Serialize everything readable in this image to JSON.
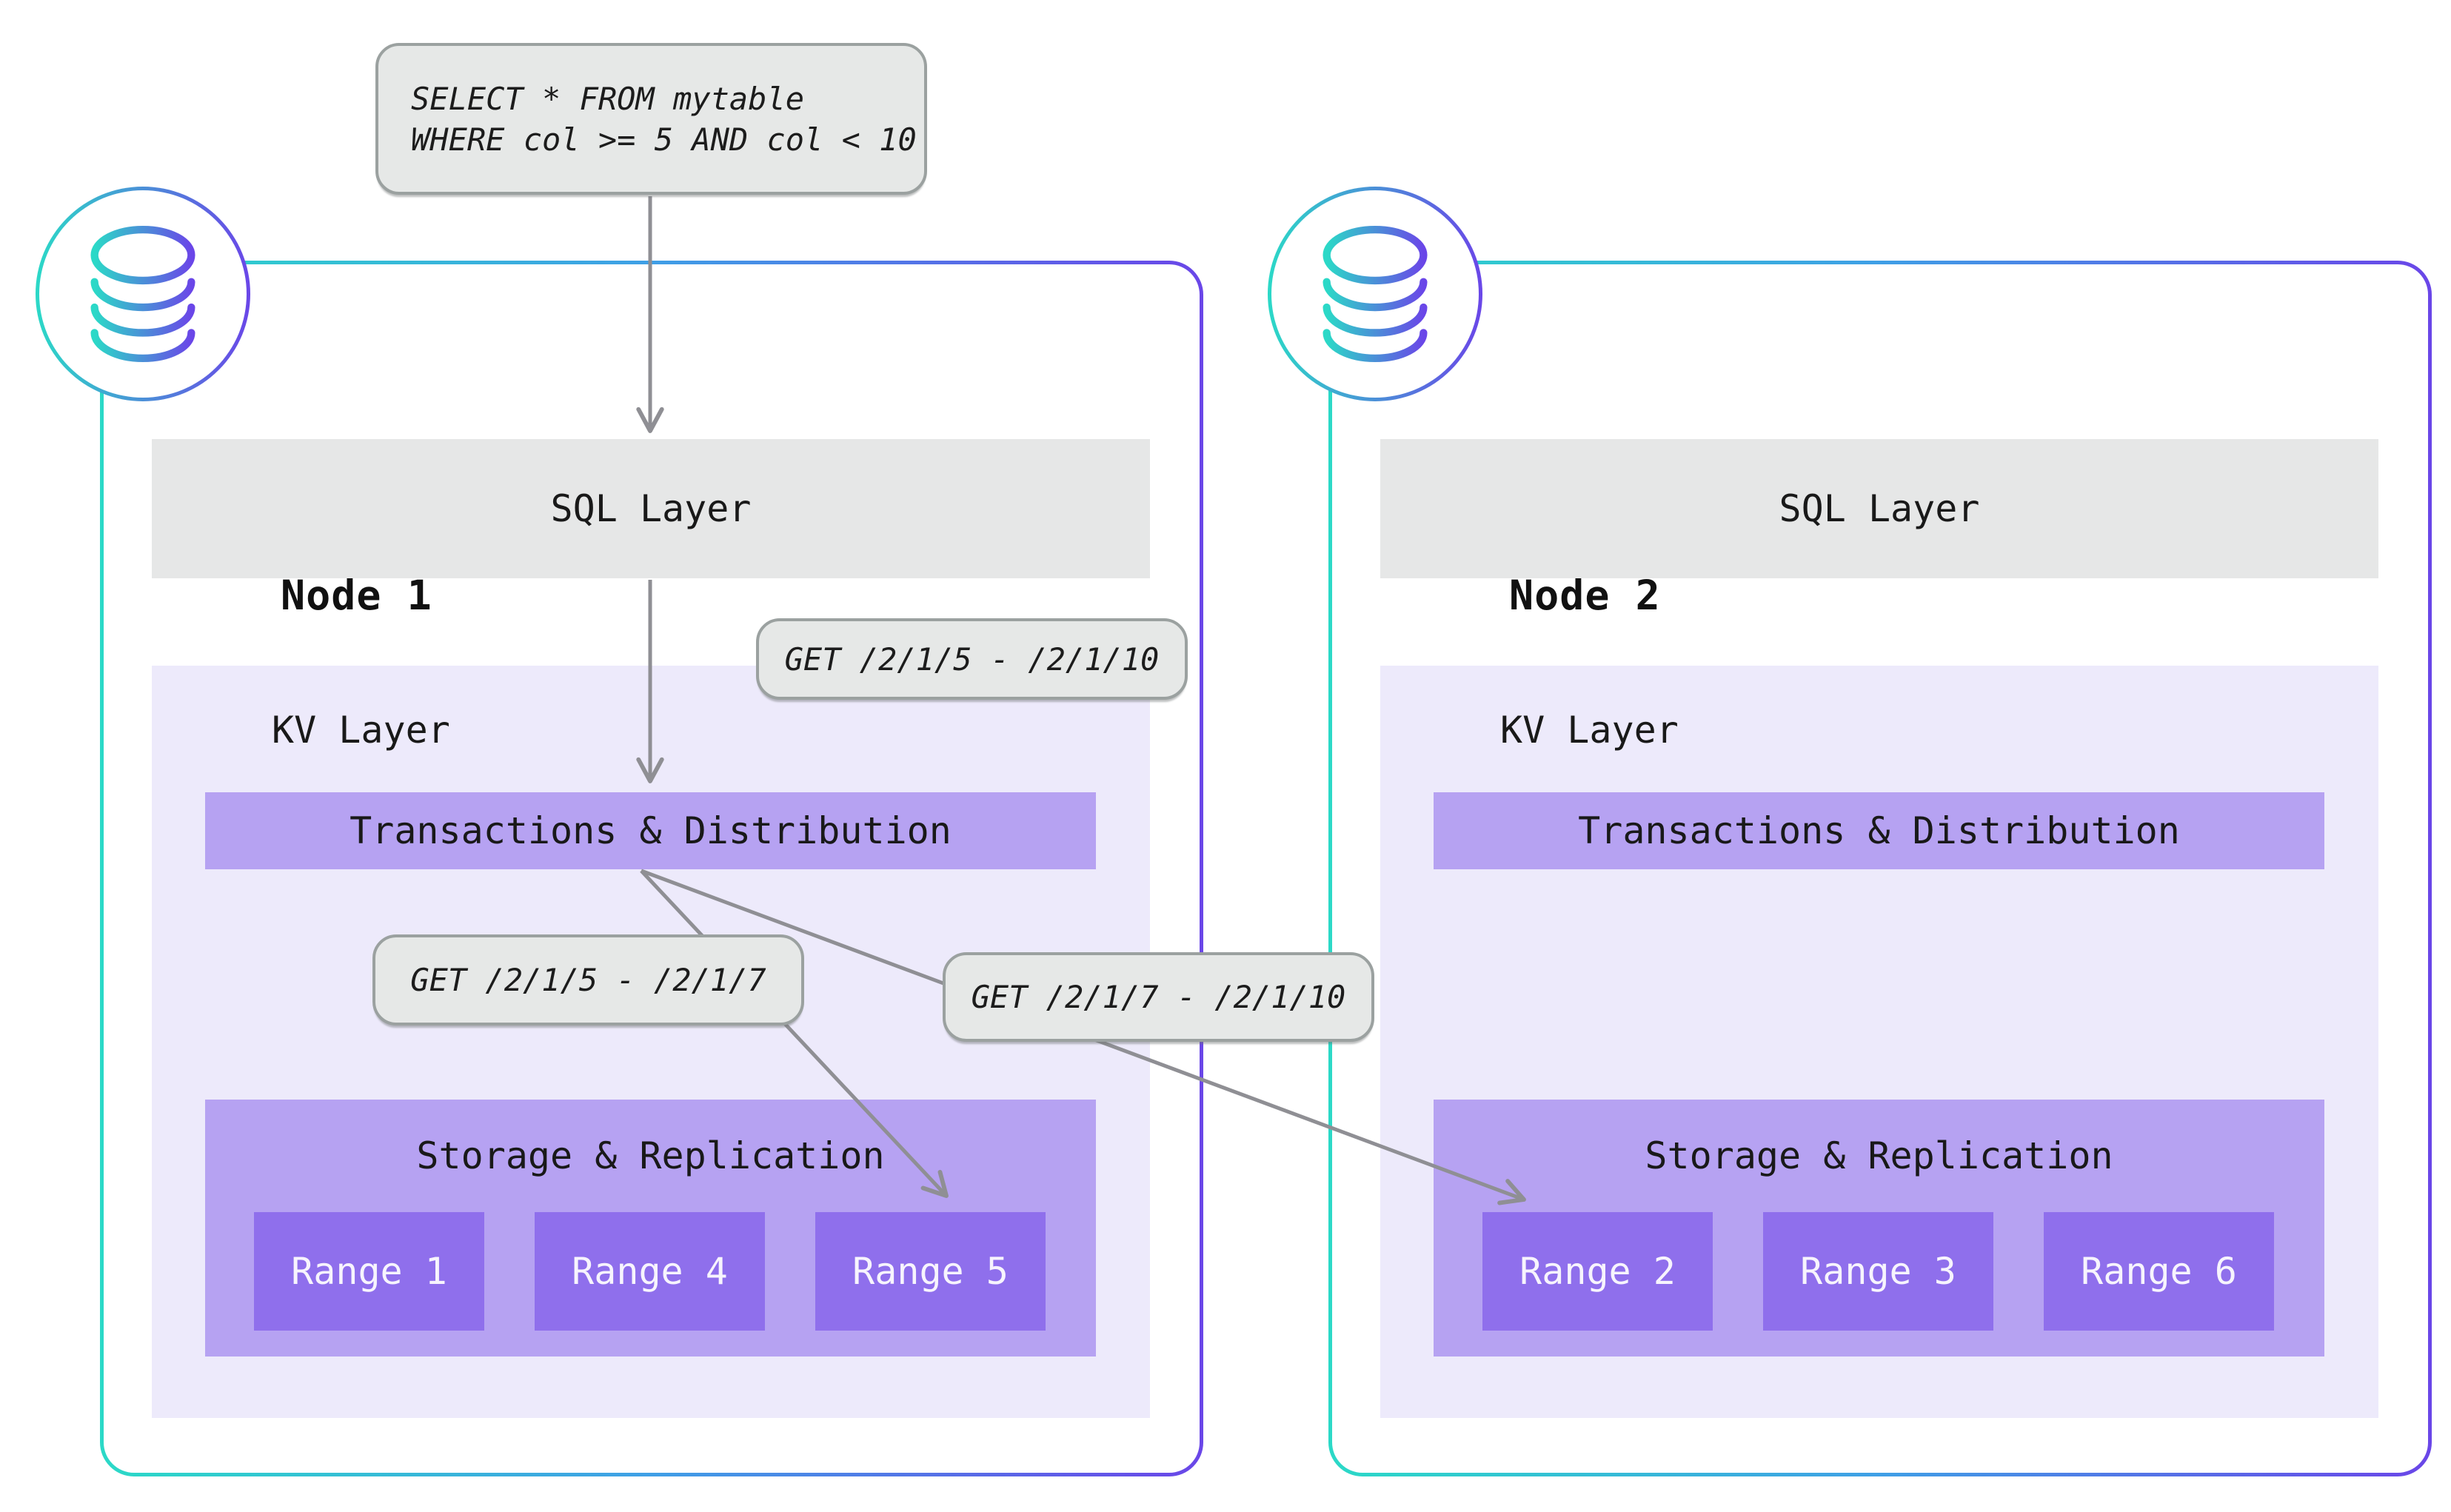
{
  "query": {
    "line1": "SELECT * FROM mytable",
    "line2": "WHERE col >= 5 AND col < 10"
  },
  "get_labels": {
    "sql_to_kv": "GET /2/1/5 - /2/1/10",
    "kv_to_range5": "GET /2/1/5 - /2/1/7",
    "kv_to_node2": "GET /2/1/7 - /2/1/10"
  },
  "nodes": [
    {
      "title": "Node 1",
      "sql_layer": "SQL Layer",
      "kv_layer": "KV Layer",
      "transactions": "Transactions & Distribution",
      "storage": "Storage & Replication",
      "ranges": [
        "Range 1",
        "Range 4",
        "Range 5"
      ]
    },
    {
      "title": "Node 2",
      "sql_layer": "SQL Layer",
      "kv_layer": "KV Layer",
      "transactions": "Transactions & Distribution",
      "storage": "Storage & Replication",
      "ranges": [
        "Range 2",
        "Range 3",
        "Range 6"
      ]
    }
  ],
  "colors": {
    "node_border_start": "#2bd9c7",
    "node_border_end": "#6a46e8",
    "layer_gray": "#e6e7e7",
    "kv_background": "#edeafb",
    "purple_mid": "#b6a2f2",
    "purple_dark": "#8f6fec",
    "label_background": "#e6e8e7",
    "label_border": "#9ba1a0",
    "arrow_gray": "#8f8f94"
  }
}
